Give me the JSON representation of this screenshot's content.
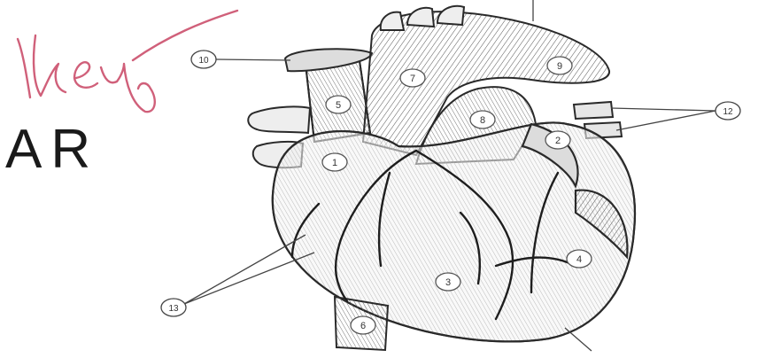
{
  "annotation": {
    "handwritten_word": "Key",
    "handwriting_color": "#d0607a",
    "printed_text": "AR"
  },
  "diagram": {
    "subject": "heart-illustration",
    "stroke_color": "#2a2a2a",
    "circle_labels": {
      "aorta": "7",
      "pulmonary_trunk": "8",
      "right_atrium": "1",
      "superior_vena_cava": "5",
      "left_pulmonary_artery": "9",
      "left_atrium": "2",
      "right_ventricle": "3",
      "left_ventricle": "4",
      "inferior_vena_cava": "6"
    },
    "callouts": {
      "left_top": "10",
      "right": "12",
      "bottom_left": "13"
    }
  }
}
